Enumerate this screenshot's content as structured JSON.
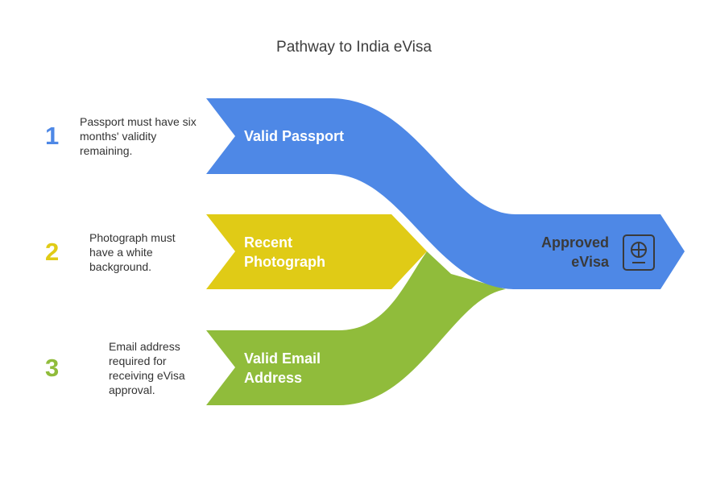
{
  "title": "Pathway to India eVisa",
  "steps": [
    {
      "number": "1",
      "label": "Valid Passport",
      "description": "Passport must have six months' validity remaining.",
      "color": "#4e88e6"
    },
    {
      "number": "2",
      "label": "Recent Photograph",
      "description": "Photograph must have a white background.",
      "color": "#e0cb16"
    },
    {
      "number": "3",
      "label": "Valid Email Address",
      "description": "Email address required for receiving eVisa approval.",
      "color": "#90bc3b"
    }
  ],
  "result": {
    "label": "Approved eVisa",
    "icon": "passport-icon",
    "text_color": "#3a3a3a"
  }
}
